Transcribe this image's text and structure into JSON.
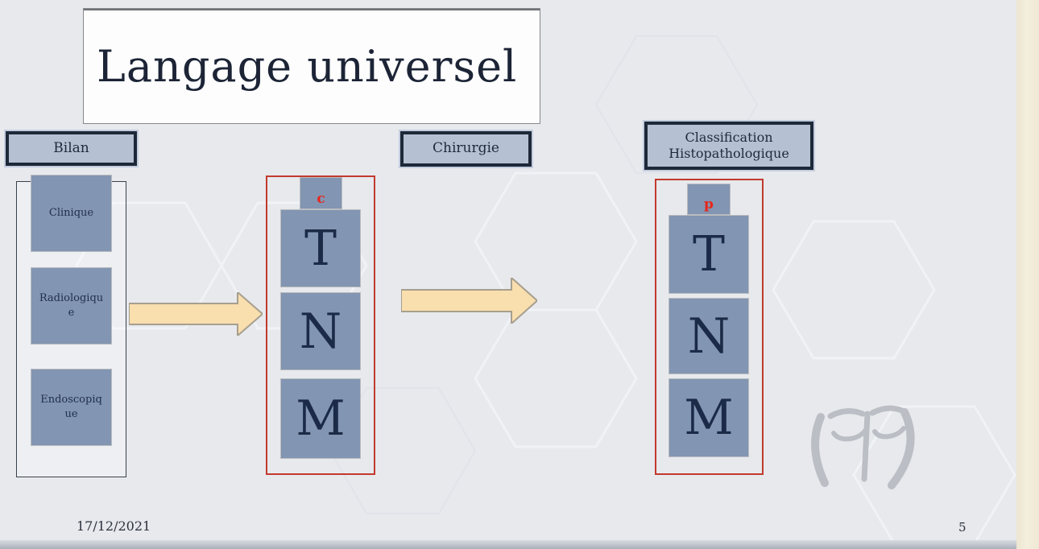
{
  "slide": {
    "title": "Langage universel",
    "date": "17/12/2021",
    "page_number": "5"
  },
  "headers": {
    "bilan": "Bilan",
    "chirurgie": "Chirurgie",
    "classification": "Classification Histopathologique"
  },
  "bilan_items": [
    {
      "label": "Clinique"
    },
    {
      "label": "Radiologique"
    },
    {
      "label": "Endoscopique"
    }
  ],
  "stacks": [
    {
      "prefix": "c",
      "letters": [
        "T",
        "N",
        "M"
      ]
    },
    {
      "prefix": "p",
      "letters": [
        "T",
        "N",
        "M"
      ]
    }
  ],
  "icons": {
    "arrow_1": "right-arrow",
    "arrow_2": "right-arrow",
    "watermark": "face-logo"
  },
  "colors": {
    "background": "#e7e9ed",
    "box_fill": "#8295b2",
    "header_fill": "#b5c0d2",
    "header_border": "#1d2838",
    "navy_text": "#1d2b45",
    "red_accent": "#e8251a",
    "red_border": "#c23a2c",
    "arrow_fill": "#f9deae",
    "watermark_gray": "#b4b7bd",
    "side_strip": "#f1ebd8"
  }
}
